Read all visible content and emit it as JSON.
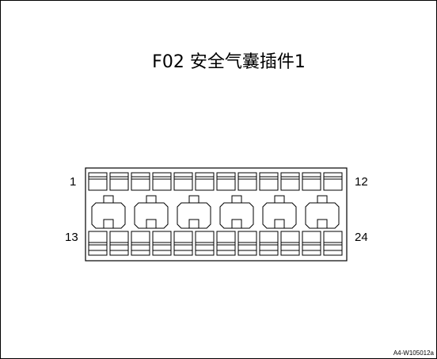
{
  "diagram": {
    "title": "F02 安全气囊插件1",
    "pin_labels": {
      "top_left": "1",
      "top_right": "12",
      "bottom_left": "13",
      "bottom_right": "24"
    },
    "doc_code": "A4-W105012a",
    "pins_per_row": 12,
    "locking_latches": 6
  }
}
